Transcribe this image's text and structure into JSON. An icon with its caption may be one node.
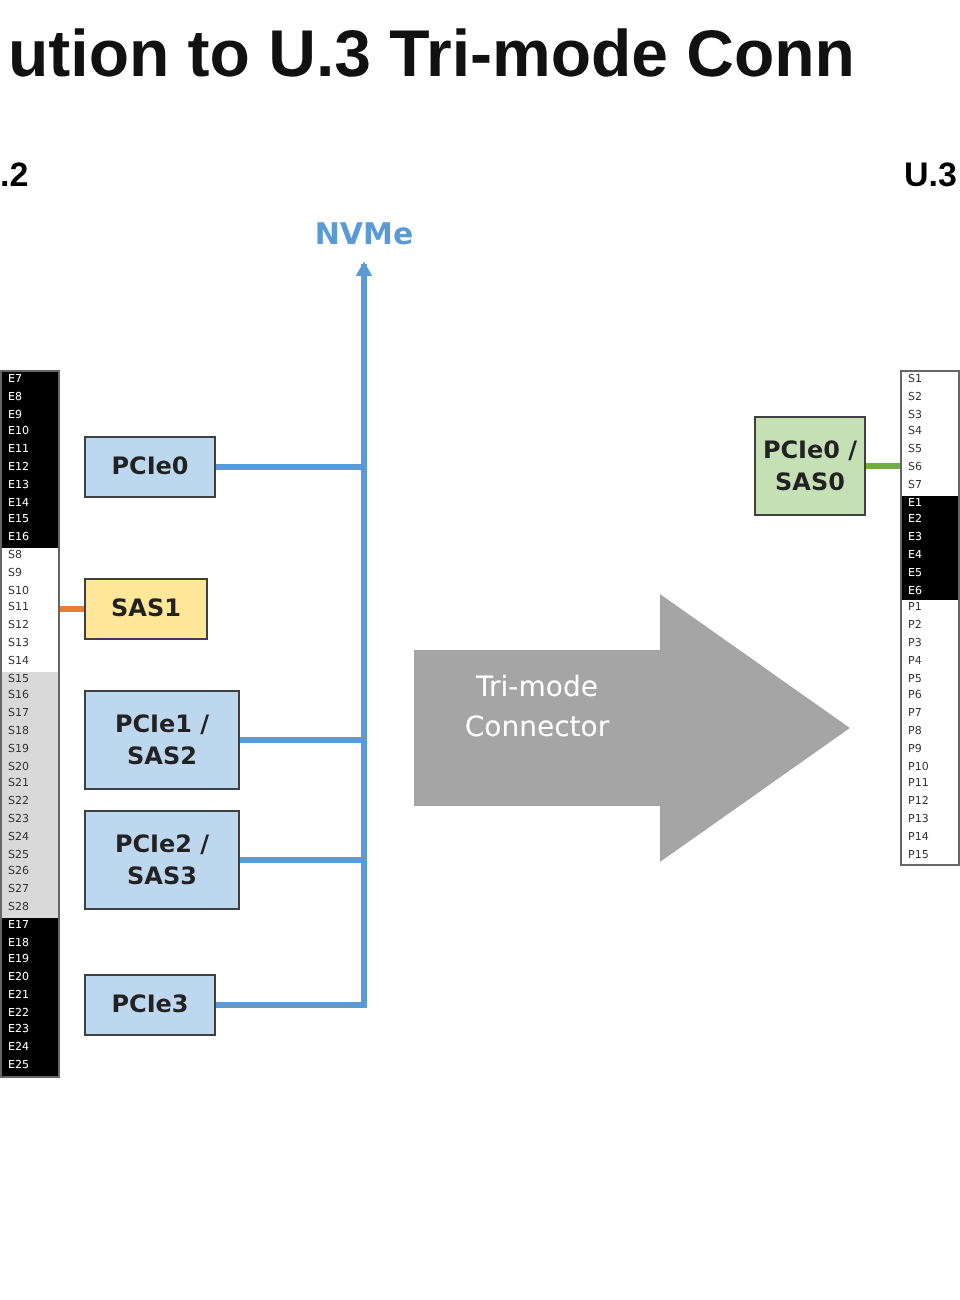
{
  "diagram": {
    "title": "ution to U.3 Tri-mode Conn",
    "nodes": [
      {
        "text": [
          "E7",
          "E8",
          "E9",
          "E10",
          "E11",
          "E12",
          "E13",
          "E14",
          "E15",
          "E16",
          "S8",
          "S9",
          "S10",
          "S11",
          "S12",
          "S13",
          "S14",
          "S15",
          "S16",
          "S17",
          "S18",
          "S19",
          "S20",
          "S21",
          "S22",
          "S23",
          "S24",
          "S25",
          "S26",
          "S27",
          "S28",
          "E17",
          "E18",
          "E19",
          "E20",
          "E21",
          "E22",
          "E23",
          "E24",
          "E25"
        ]
      },
      {
        "text": [
          "PCIe0"
        ]
      },
      {
        "text": [
          "SAS1"
        ]
      },
      {
        "text": [
          "PCIe1 / SAS2"
        ]
      },
      {
        "text": [
          "PCIe2 / SAS3"
        ]
      },
      {
        "text": [
          "PCIe3"
        ]
      },
      {
        "text": [
          "NVMe"
        ]
      },
      {
        "text": [
          "Tri-mode Connector"
        ]
      },
      {
        "text": [
          "PCIe0 / SAS0"
        ]
      },
      {
        "text": [
          "S1",
          "S2",
          "S3",
          "S4",
          "S5",
          "S6",
          "S7",
          "E1",
          "E2",
          "E3",
          "E4",
          "E5",
          "E6",
          "P1",
          "P2",
          "P3",
          "P4",
          "P5",
          "P6",
          "P7",
          "P8",
          "P9",
          "P10",
          "P11",
          "P12",
          "P13",
          "P14",
          "P15"
        ]
      }
    ],
    "edges": [
      {
        "from": 1,
        "to": 6,
        "arrow": "to"
      },
      {
        "from": 3,
        "to": 6,
        "arrow": "to"
      },
      {
        "from": 4,
        "to": 6,
        "arrow": "to"
      },
      {
        "from": 5,
        "to": 6,
        "arrow": "to"
      },
      {
        "from": 2,
        "to": 0,
        "arrow": "none",
        "color": "#ed7d31"
      },
      {
        "from": 8,
        "to": 9,
        "arrow": "none",
        "color": "#70ad47"
      }
    ],
    "labels": [
      ".2",
      "U.3"
    ]
  }
}
